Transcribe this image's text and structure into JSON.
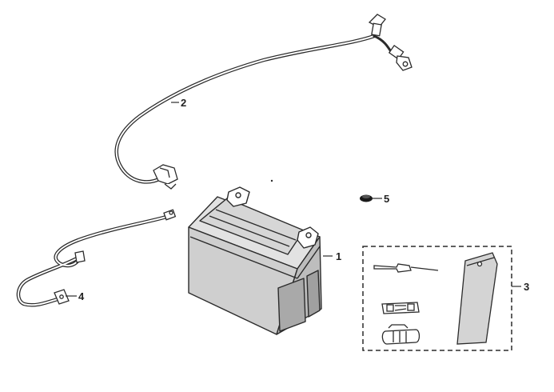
{
  "callouts": [
    {
      "id": "1",
      "text": "1"
    },
    {
      "id": "2",
      "text": "2"
    },
    {
      "id": "3",
      "text": "3"
    },
    {
      "id": "4",
      "text": "4"
    },
    {
      "id": "5",
      "text": "5"
    }
  ],
  "colors": {
    "line": "#2b2b2b",
    "background": "#ffffff",
    "battery_side": "#cfcfcf",
    "battery_top": "#e2e2e2",
    "front_face": "#b5b5b5"
  }
}
